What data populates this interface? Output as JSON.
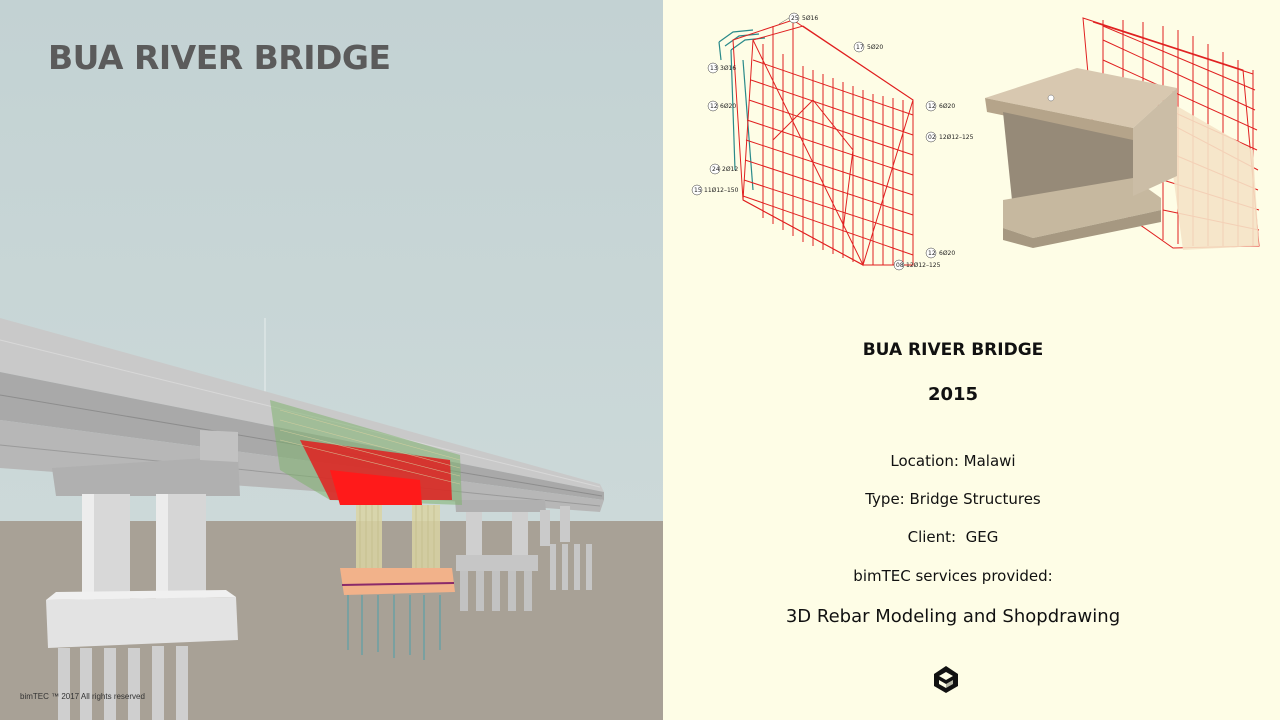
{
  "left": {
    "title": "BUA RIVER BRIDGE",
    "copyright": "bimTEC ™ 2017    All rights reserved"
  },
  "right": {
    "project_name": "BUA RIVER BRIDGE",
    "year": "2015",
    "location": "Location: Malawi",
    "type": "Type: Bridge Structures",
    "client": "Client:  GEG",
    "services_label": "bimTEC services provided:",
    "services": "3D Rebar Modeling and Shopdrawing"
  },
  "rebar_labels": {
    "l25": "5Ø16",
    "l17": "5Ø20",
    "l13": "3Ø16",
    "l12a": "6Ø20",
    "l12b": "6Ø20",
    "l02": "12Ø12–125",
    "l24": "2Ø12",
    "l15": "11Ø12–150",
    "l12c": "6Ø20",
    "l08": "12Ø12–125",
    "n25": "25",
    "n17": "17",
    "n13": "13",
    "n12a": "12",
    "n12b": "12",
    "n02": "02",
    "n24": "24",
    "n15": "15",
    "n12c": "12",
    "n08": "08"
  },
  "colors": {
    "sky": "#c4d3d4",
    "ground": "#a8a196",
    "concrete": "#bdbdbd",
    "rebar_red": "#e02020",
    "rebar_teal": "#2a8a8a",
    "panel_bg": "#fefde6",
    "title_gray": "#5b5b5b"
  },
  "icons": [
    "bimtec-logo-icon"
  ]
}
